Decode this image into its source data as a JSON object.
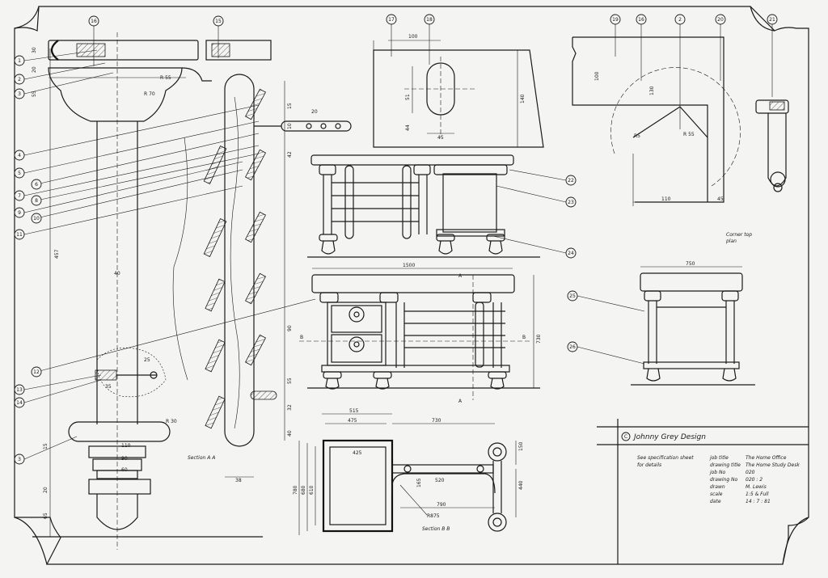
{
  "brand": {
    "copyright_symbol": "C",
    "name": "Johnny Grey Design"
  },
  "title_block": {
    "note_line1": "See specification sheet",
    "note_line2": "for details",
    "fields": [
      {
        "label": "job title",
        "value": "The Home Office"
      },
      {
        "label": "drawing title",
        "value": "The Home Study Desk"
      },
      {
        "label": "job No",
        "value": "020"
      },
      {
        "label": "drawing No",
        "value": "020 : 2"
      },
      {
        "label": "drawn",
        "value": "M. Lewis"
      },
      {
        "label": "scale",
        "value": "1:5 & Full"
      },
      {
        "label": "date",
        "value": "14 : 7 : 81"
      }
    ]
  },
  "labels": {
    "section_aa": "Section A A",
    "section_bb": "Section B B",
    "corner_top_plan_1": "Corner top",
    "corner_top_plan_2": "plan"
  },
  "callouts_left": [
    "1",
    "2",
    "3",
    "4",
    "5",
    "6",
    "7",
    "8",
    "9",
    "10",
    "11",
    "12",
    "13",
    "14",
    "3"
  ],
  "callouts_top": [
    "16",
    "15",
    "17",
    "18",
    "19",
    "16",
    "2",
    "20",
    "21"
  ],
  "callouts_right": [
    "22",
    "23",
    "24",
    "25",
    "26"
  ],
  "dimensions": {
    "top_pad_h": "30",
    "d20": "20",
    "d55": "55",
    "r55": "R 55",
    "r70": "R 70",
    "height_457": "457",
    "d40": "40",
    "r30": "R 30",
    "d110": "110",
    "d90": "90",
    "d60": "60",
    "d15": "15",
    "d25": "25",
    "d65": "65",
    "d35": "35",
    "d38": "38",
    "d42": "42",
    "d32": "32",
    "d15b": "15",
    "d10": "10",
    "s90": "90",
    "s55": "55",
    "s32": "32",
    "s40": "40",
    "detail_100": "100",
    "detail_51": "51",
    "detail_44": "44",
    "detail_45": "45",
    "detail_140": "140",
    "corner_100": "100",
    "corner_130": "130",
    "corner_r55": "R 55",
    "corner_r5": "R5",
    "corner_110": "110",
    "corner_45": "45",
    "front_1500": "1500",
    "front_730": "730",
    "front_A": "A",
    "front_B": "B",
    "side_750": "750",
    "bb_515": "515",
    "bb_475": "475",
    "bb_730": "730",
    "bb_425": "425",
    "bb_150": "150",
    "bb_520": "520",
    "bb_790": "790",
    "bb_780": "780",
    "bb_680": "680",
    "bb_610": "610",
    "bb_440": "440",
    "bb_165": "165",
    "bb_r875": "R875",
    "d20b": "20"
  }
}
